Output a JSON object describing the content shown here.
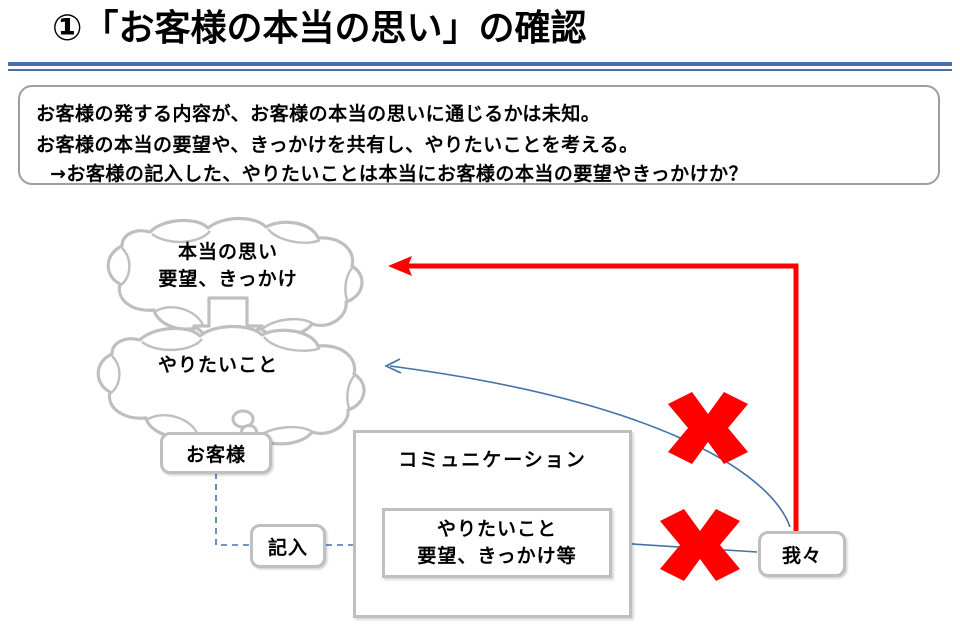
{
  "slide": {
    "title": "①「お客様の本当の思い」の確認",
    "divider_color": "#4472A8",
    "background": "#ffffff"
  },
  "statement": {
    "border_color": "#9E9E9E",
    "lines": [
      "お客様の発する内容が、お客様の本当の思いに通じるかは未知。",
      "お客様の本当の要望や、きっかけを共有し、やりたいことを考える。",
      "→お客様の記入した、やりたいことは本当にお客様の本当の要望やきっかけか？"
    ]
  },
  "diagram": {
    "cloud_outline_color": "#BFBFBF",
    "box_outline_color": "#BFBFBF",
    "red": "#FF0000",
    "blue": "#4472A8",
    "clouds": [
      {
        "id": "true-feelings",
        "line1": "本当の思い",
        "line2": "要望、きっかけ"
      },
      {
        "id": "want-to-do",
        "line1": "やりたいこと",
        "line2": ""
      }
    ],
    "boxes": {
      "customer": "お客様",
      "entry": "記入",
      "communication": "コミュニケーション",
      "written_content_line1": "やりたいこと",
      "written_content_line2": "要望、きっかけ等",
      "us": "我々"
    },
    "markers": {
      "x_mark_upper": "✖",
      "x_mark_lower": "✖"
    }
  }
}
